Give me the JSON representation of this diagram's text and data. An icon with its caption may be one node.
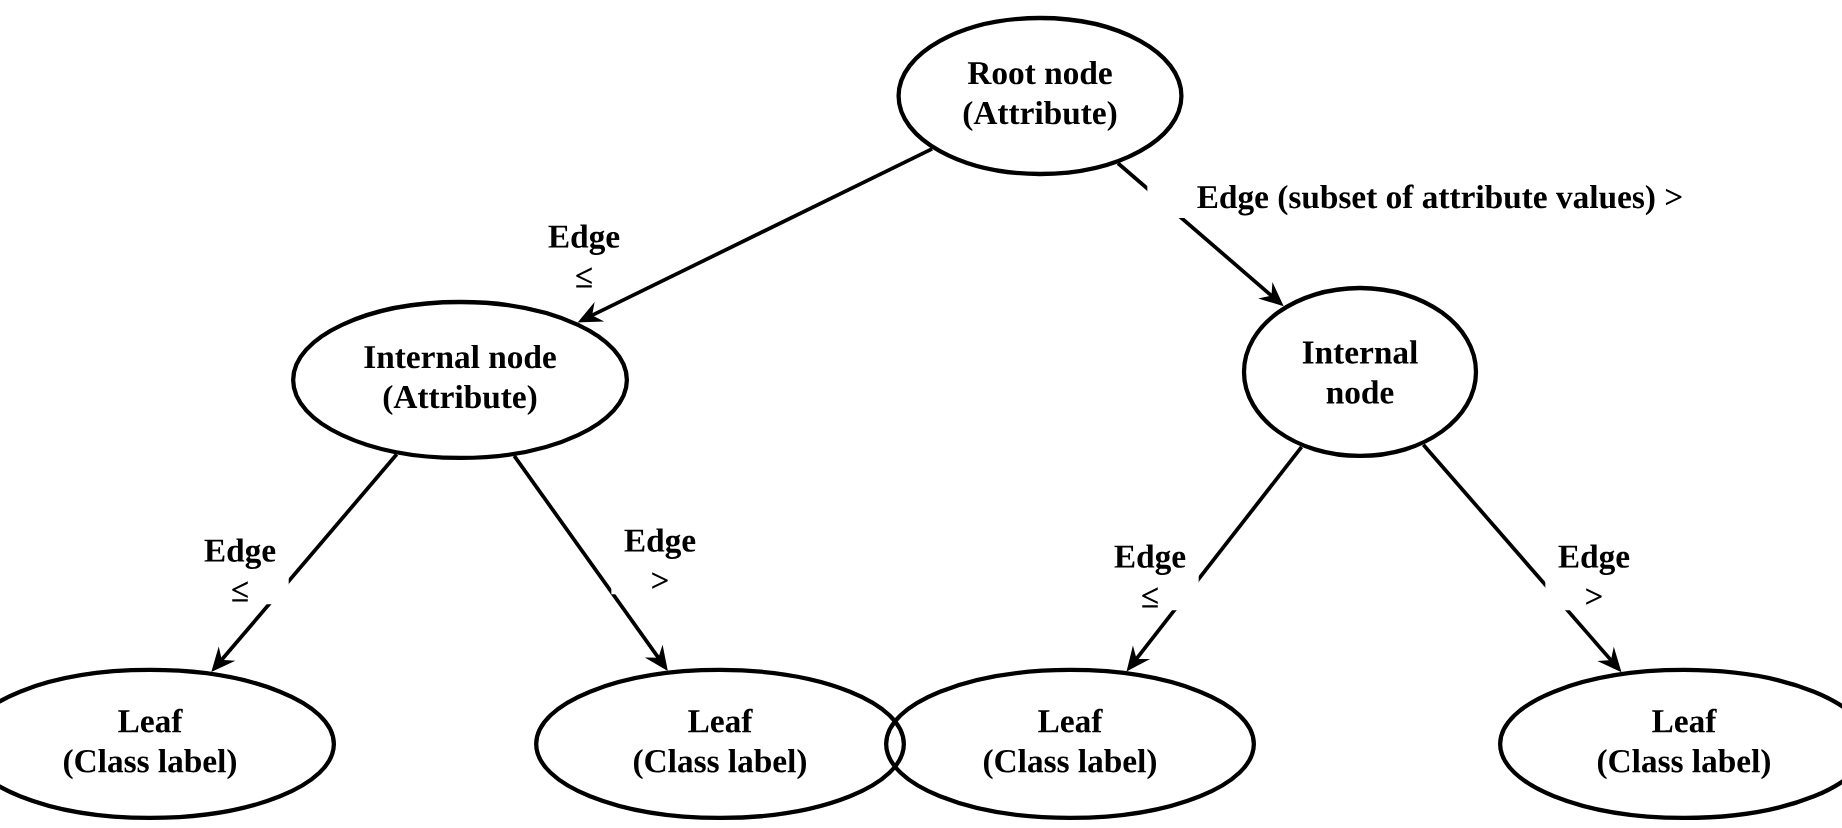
{
  "diagram": {
    "nodes": [
      {
        "text": [
          "Root node (Attribute)"
        ]
      },
      {
        "text": [
          "Internal node (Attribute)"
        ]
      },
      {
        "text": [
          "Internal node"
        ]
      },
      {
        "text": [
          "Leaf (Class label)"
        ]
      },
      {
        "text": [
          "Leaf (Class label)"
        ]
      },
      {
        "text": [
          "Leaf (Class label)"
        ]
      },
      {
        "text": [
          "Leaf (Class label)"
        ]
      }
    ],
    "edges": [
      {
        "from": 0,
        "to": 1,
        "arrow": "to",
        "label": "Edge ≤"
      },
      {
        "from": 0,
        "to": 2,
        "arrow": "to",
        "label": "Edge (subset of attribute values) >"
      },
      {
        "from": 1,
        "to": 3,
        "arrow": "to",
        "label": "Edge ≤"
      },
      {
        "from": 1,
        "to": 4,
        "arrow": "to",
        "label": "Edge >"
      },
      {
        "from": 2,
        "to": 5,
        "arrow": "to",
        "label": "Edge ≤"
      },
      {
        "from": 2,
        "to": 6,
        "arrow": "to",
        "label": "Edge >"
      }
    ]
  }
}
